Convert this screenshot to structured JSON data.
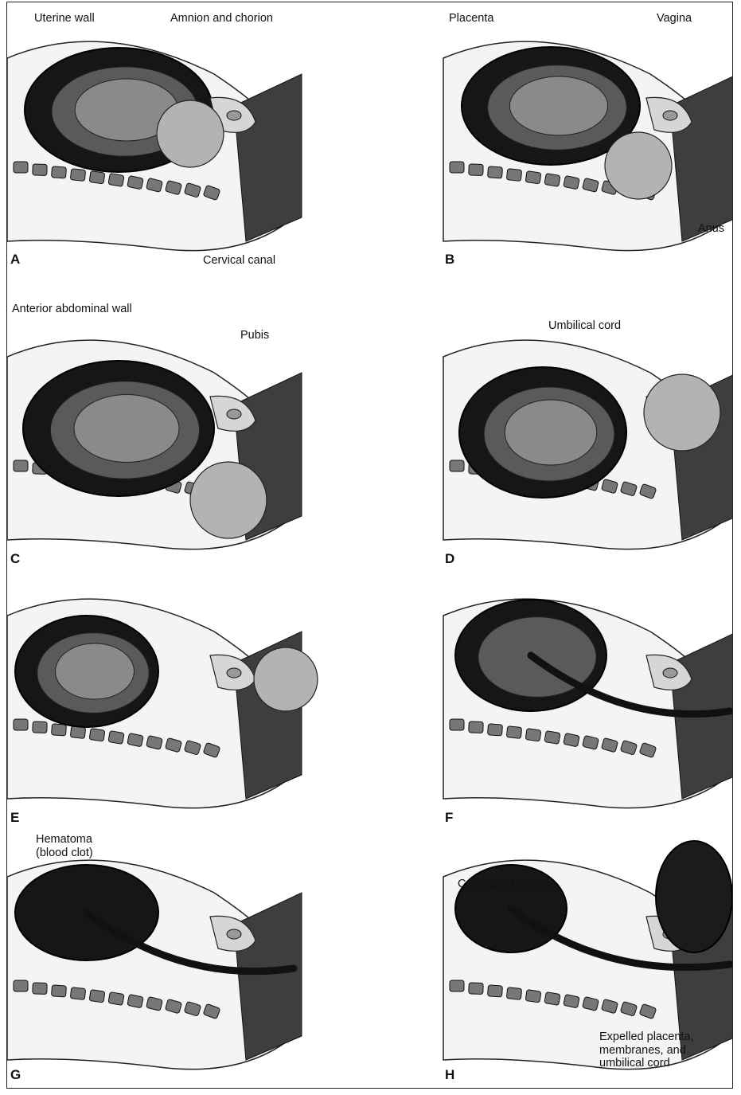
{
  "panels": [
    {
      "id": "A",
      "letter": "A",
      "labels": [
        "Uterine wall",
        "Amnion and chorion",
        "Cervical canal"
      ]
    },
    {
      "id": "B",
      "letter": "B",
      "labels": [
        "Placenta",
        "Vagina",
        "Anus"
      ]
    },
    {
      "id": "C",
      "letter": "C",
      "labels": [
        "Anterior abdominal wall",
        "Pubis"
      ]
    },
    {
      "id": "D",
      "letter": "D",
      "labels": [
        "Umbilical cord"
      ]
    },
    {
      "id": "E",
      "letter": "E",
      "labels": []
    },
    {
      "id": "F",
      "letter": "F",
      "labels": []
    },
    {
      "id": "G",
      "letter": "G",
      "labels": [
        "Hematoma\n(blood clot)"
      ]
    },
    {
      "id": "H",
      "letter": "H",
      "labels": [
        "Contracted uterus",
        "Expelled placenta,\nmembranes, and\numbilical cord"
      ]
    }
  ],
  "colors": {
    "background": "#ffffff",
    "border": "#222222",
    "dark_tissue": "#161616",
    "mid_tissue": "#5a5a5a",
    "pelvic_wedge": "#3e3e3e",
    "light_tissue": "#d6d6d6",
    "fetus": "#8a8a8a",
    "head": "#b3b3b3",
    "spine": "#777777"
  }
}
